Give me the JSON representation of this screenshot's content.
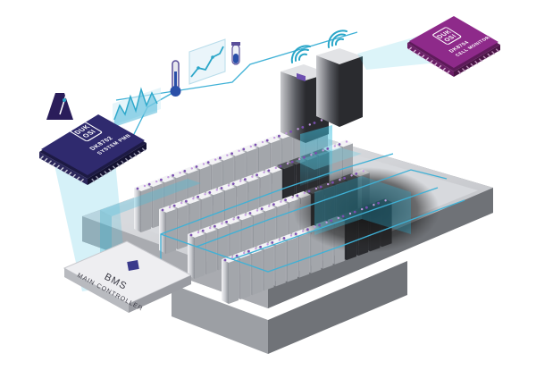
{
  "system_chip": {
    "logo_line1": "DUK",
    "logo_line2": "OSI",
    "part_number": "DK8702",
    "subtitle": "SYSTEM PMB",
    "color": "#2f2a6e"
  },
  "cell_monitor_chip": {
    "logo_line1": "DUK",
    "logo_line2": "OSI",
    "part_number": "DK8704",
    "subtitle": "CELL MONITOR",
    "color": "#8e2a8a"
  },
  "controller": {
    "title": "BMS",
    "subtitle": "MAIN CONTROLLER"
  },
  "colors": {
    "accent": "#2aa6c8",
    "trace": "#3fb1d6",
    "cell_dot": "#7a4fb0",
    "highlight": "#6fd0e6"
  },
  "icons": [
    "metronome-icon",
    "waveform-chart-icon",
    "thermometer-icon",
    "line-chart-icon",
    "vial-icon",
    "wireless-signal-icon"
  ]
}
